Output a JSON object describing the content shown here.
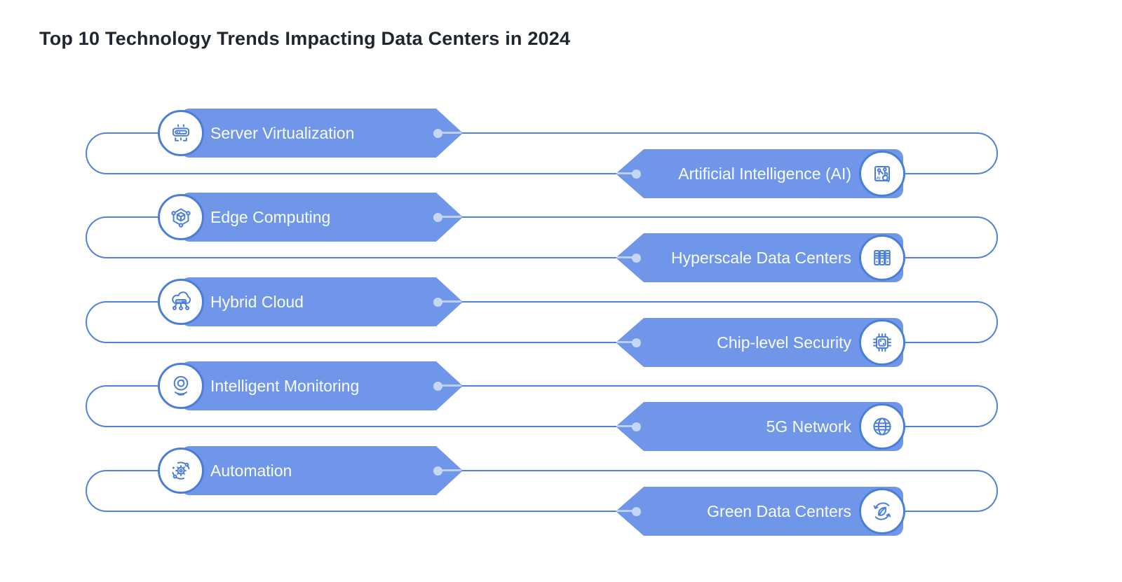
{
  "title": "Top 10 Technology Trends Impacting Data Centers in 2024",
  "colors": {
    "banner_fill": "#6f96e8",
    "connector_line": "#5182db",
    "icon_stroke": "#4b7ed9",
    "label_text": "#fafdff",
    "title_text": "#1f2630",
    "tip_dot": "#c6d6f7"
  },
  "pairs": [
    {
      "left": {
        "label": "Server Virtualization",
        "icon": "server-virtualization-icon"
      },
      "right": {
        "label": "Artificial Intelligence (AI)",
        "icon": "ai-chip-magnifier-icon"
      }
    },
    {
      "left": {
        "label": "Edge Computing",
        "icon": "edge-computing-cube-icon"
      },
      "right": {
        "label": "Hyperscale Data Centers",
        "icon": "server-racks-icon"
      }
    },
    {
      "left": {
        "label": "Hybrid Cloud",
        "icon": "hybrid-cloud-icon"
      },
      "right": {
        "label": "Chip-level Security",
        "icon": "security-chip-icon"
      }
    },
    {
      "left": {
        "label": "Intelligent Monitoring",
        "icon": "webcam-monitoring-icon"
      },
      "right": {
        "label": "5G Network",
        "icon": "globe-network-icon"
      }
    },
    {
      "left": {
        "label": "Automation",
        "icon": "automation-gear-orbit-icon"
      },
      "right": {
        "label": "Green Data Centers",
        "icon": "eco-leaf-recycle-icon"
      }
    }
  ]
}
